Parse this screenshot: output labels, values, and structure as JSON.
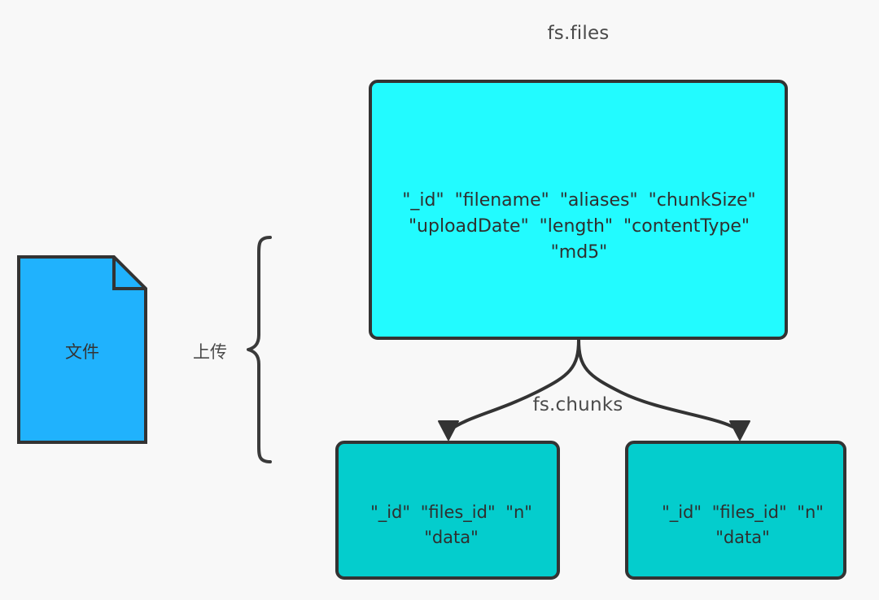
{
  "diagram": {
    "background_color": "#f8f8f8",
    "stroke_color": "#333333",
    "collections": {
      "files": {
        "title": "fs.files",
        "fill_color": "#22fbff",
        "fields_text": "\"_id\"  \"filename\"  \"aliases\"  \"chunkSize\"  \"uploadDate\"  \"length\"  \"contentType\"  \"md5\"",
        "fields": [
          "\"_id\"",
          "\"filename\"",
          "\"aliases\"",
          "\"chunkSize\"",
          "\"uploadDate\"",
          "\"length\"",
          "\"contentType\"",
          "\"md5\""
        ]
      },
      "chunks": {
        "title": "fs.chunks",
        "fill_color": "#04cdcd",
        "fields_text": "\"_id\"  \"files_id\"  \"n\"  \"data\"",
        "fields": [
          "\"_id\"",
          "\"files_id\"",
          "\"n\"",
          "\"data\""
        ],
        "instance_count": 2
      }
    },
    "source": {
      "label": "文件",
      "fill_color": "#20b2fd",
      "shape": "document-page-folded-corner"
    },
    "relation": {
      "label": "上传",
      "brace_direction": "left-pointing"
    }
  }
}
